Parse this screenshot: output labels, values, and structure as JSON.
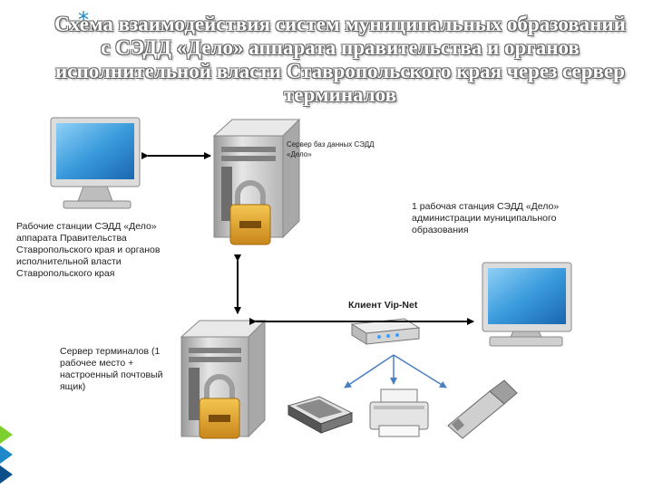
{
  "title": "Схема взаимодействия систем муниципальных образований с СЭДД «Дело» аппарата правительства и органов исполнительной власти Ставропольского края через сервер терминалов",
  "bullet_symbol": "*",
  "labels": {
    "db_server": "Сервер баз данных СЭДД «Дело»",
    "workstations": "Рабочие станции СЭДД «Дело» аппарата Правительства Ставропольского края и органов исполнительной власти Ставропольского края",
    "municipal_station": "1 рабочая станция СЭДД «Дело» администрации муниципального образования",
    "vipnet_client": "Клиент Vip-Net",
    "terminal_server": "Сервер терминалов (1 рабочее место + настроенный почтовый ящик)"
  },
  "colors": {
    "accent_triangles": [
      "#7ccf2e",
      "#1e88c8",
      "#0d4f8b"
    ],
    "monitor_screen": "#3a9bdc",
    "server_body": "#c9c9c9",
    "lock_body": "#e2a52a"
  },
  "icons": [
    "monitor-icon",
    "server-icon",
    "padlock-icon",
    "router-icon",
    "scanner-icon",
    "printer-icon",
    "usb-drive-icon"
  ]
}
